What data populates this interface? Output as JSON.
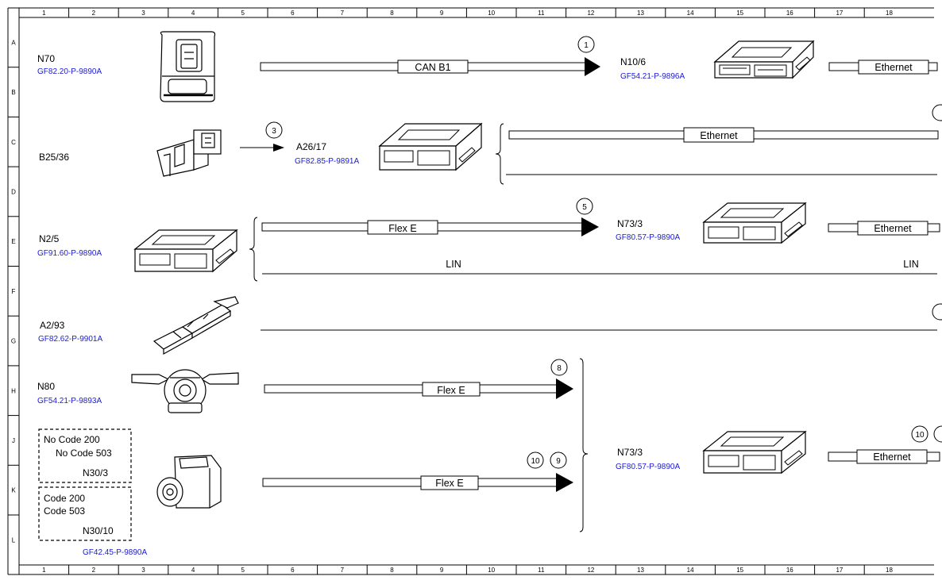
{
  "columns": [
    "1",
    "2",
    "3",
    "4",
    "5",
    "6",
    "7",
    "8",
    "9",
    "10",
    "11",
    "12",
    "13",
    "14",
    "15",
    "16",
    "17",
    "18"
  ],
  "rows": [
    "A",
    "B",
    "C",
    "D",
    "E",
    "F",
    "G",
    "H",
    "J",
    "K",
    "L"
  ],
  "components": {
    "n70": {
      "label": "N70",
      "ref": "GF82.20-P-9890A"
    },
    "n10_6": {
      "label": "N10/6",
      "ref": "GF54.21-P-9896A"
    },
    "b25_36": {
      "label": "B25/36"
    },
    "a26_17": {
      "label": "A26/17",
      "ref": "GF82.85-P-9891A"
    },
    "n2_5": {
      "label": "N2/5",
      "ref": "GF91.60-P-9890A"
    },
    "n73_3_top": {
      "label": "N73/3",
      "ref": "GF80.57-P-9890A"
    },
    "a2_93": {
      "label": "A2/93",
      "ref": "GF82.62-P-9901A"
    },
    "n80": {
      "label": "N80",
      "ref": "GF54.21-P-9893A"
    },
    "n73_3_bottom": {
      "label": "N73/3",
      "ref": "GF80.57-P-9890A"
    },
    "n30": {
      "box1_line1": "No Code 200",
      "box1_line2": "No Code 503",
      "box1_name": "N30/3",
      "box2_line1": "Code 200",
      "box2_line2": "Code 503",
      "box2_name": "N30/10",
      "ref": "GF42.45-P-9890A"
    }
  },
  "buses": {
    "can_b1": "CAN B1",
    "eth_1": "Ethernet",
    "eth_2": "Ethernet",
    "eth_3": "Ethernet",
    "eth_4": "Ethernet",
    "flex_1": "Flex E",
    "flex_2": "Flex E",
    "flex_3": "Flex E",
    "lin_1": "LIN",
    "lin_2": "LIN"
  },
  "markers": {
    "m1": "1",
    "m3": "3",
    "m5": "5",
    "m8": "8",
    "m9": "9",
    "m10a": "10",
    "m10b": "10"
  }
}
